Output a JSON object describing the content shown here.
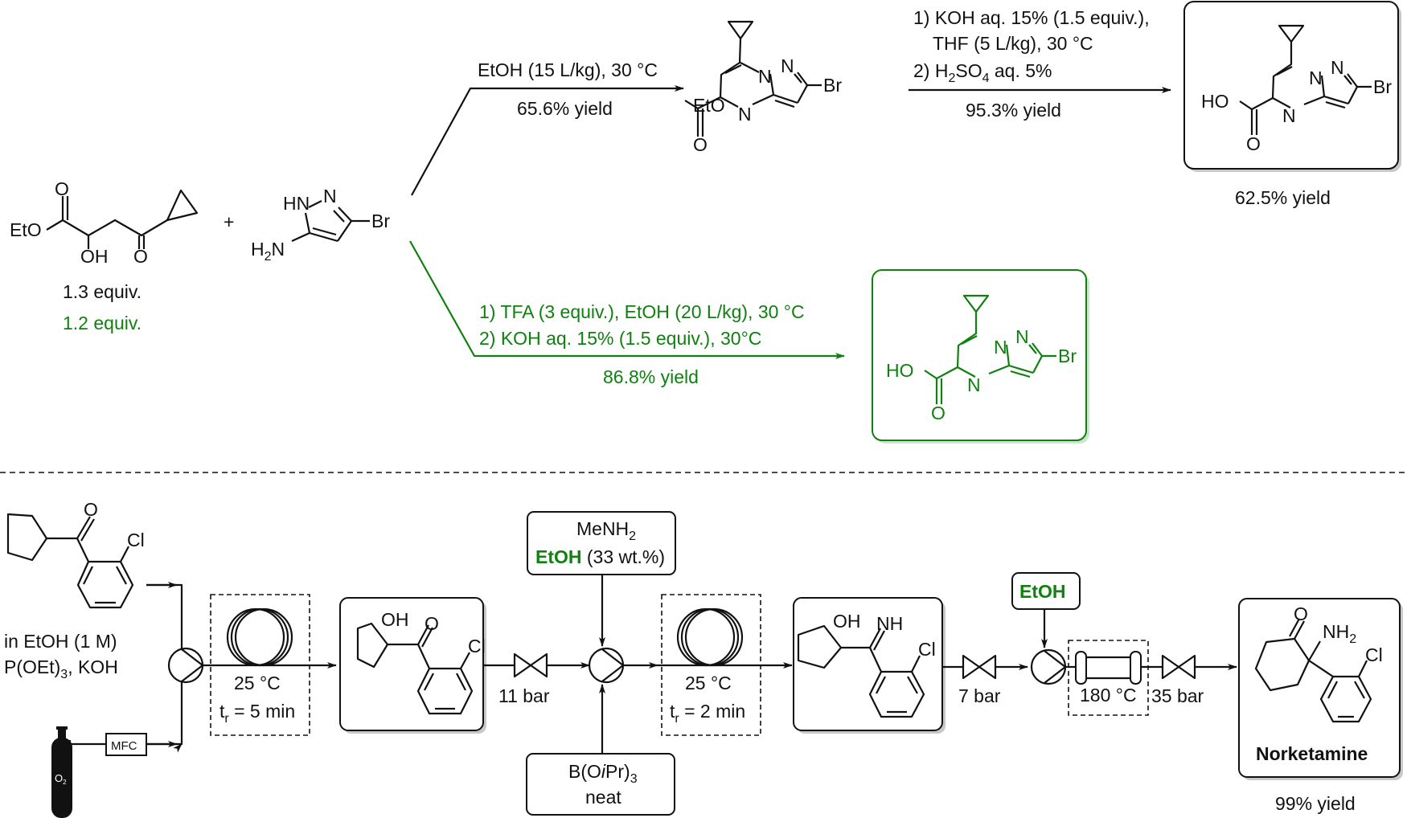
{
  "colors": {
    "ink": "#111111",
    "green": "#108010",
    "shadow": "#bdbdbd"
  },
  "top_scheme": {
    "reactant1": {
      "labels": {
        "eto": "EtO",
        "o_ester": "O",
        "oh": "OH",
        "o_ketone": "O"
      },
      "equiv_original": "1.3 equiv.",
      "equiv_improved": "1.2 equiv."
    },
    "plus": "+",
    "reactant2": {
      "labels": {
        "hn": "HN",
        "n": "N",
        "br": "Br",
        "h2n_h": "H",
        "h2n_2": "2",
        "h2n_n": "N"
      }
    },
    "route_original": {
      "step1": {
        "conditions": "EtOH (15 L/kg), 30 °C",
        "yield": "65.6% yield"
      },
      "intermediate": {
        "labels": {
          "eto": "EtO",
          "o": "O",
          "n1": "N",
          "n2": "N",
          "n3": "N",
          "br": "Br"
        }
      },
      "step2": {
        "line1": "1) KOH aq. 15% (1.5 equiv.),",
        "line2": "THF (5 L/kg), 30 °C",
        "line3_pre": "2) H",
        "line3_sub1": "2",
        "line3_mid": "SO",
        "line3_sub2": "4",
        "line3_post": " aq. 5%",
        "yield": "95.3% yield"
      },
      "product": {
        "labels": {
          "ho": "HO",
          "o": "O",
          "n1": "N",
          "n2": "N",
          "n3": "N",
          "br": "Br"
        }
      },
      "overall_yield": "62.5% yield"
    },
    "route_improved": {
      "line1": "1) TFA (3 equiv.), EtOH (20 L/kg), 30 °C",
      "line2": "2) KOH aq. 15% (1.5 equiv.), 30°C",
      "yield": "86.8% yield",
      "product": {
        "labels": {
          "ho": "HO",
          "o": "O",
          "n1": "N",
          "n2": "N",
          "n3": "N",
          "br": "Br"
        }
      }
    }
  },
  "flow_scheme": {
    "feed1": {
      "line1": "in EtOH (1 M)",
      "line2_pre": "P(OEt)",
      "line2_sub": "3",
      "line2_post": ", KOH",
      "labels": {
        "o": "O",
        "cl": "Cl"
      }
    },
    "gas": {
      "label": "O",
      "label_sub": "2",
      "mfc": "MFC"
    },
    "reactor1": {
      "temp": "25 °C",
      "tr_pre": "t",
      "tr_sub": "r",
      "tr_post": " = 5 min"
    },
    "intermediate1": {
      "labels": {
        "oh": "OH",
        "o": "O",
        "cl": "Cl"
      }
    },
    "bpr1": "11 bar",
    "feed_amine": {
      "line1_pre": "MeNH",
      "line1_sub": "2",
      "line2_green": "EtOH",
      "line2_rest": " (33 wt.%)"
    },
    "feed_borate": {
      "line1_pre": "B(O",
      "line1_ital": "i",
      "line1_mid": "Pr)",
      "line1_sub": "3",
      "line2": "neat"
    },
    "reactor2": {
      "temp": "25 °C",
      "tr_pre": "t",
      "tr_sub": "r",
      "tr_post": " = 2 min"
    },
    "intermediate2": {
      "labels": {
        "oh": "OH",
        "nh": "NH",
        "cl": "Cl"
      }
    },
    "bpr2": "7 bar",
    "feed_ethanol": "EtOH",
    "reactor3": {
      "temp": "180 °C"
    },
    "bpr3": "35 bar",
    "product": {
      "name": "Norketamine",
      "labels": {
        "o": "O",
        "nh2_pre": "NH",
        "nh2_sub": "2",
        "cl": "Cl"
      }
    },
    "yield": "99% yield"
  }
}
